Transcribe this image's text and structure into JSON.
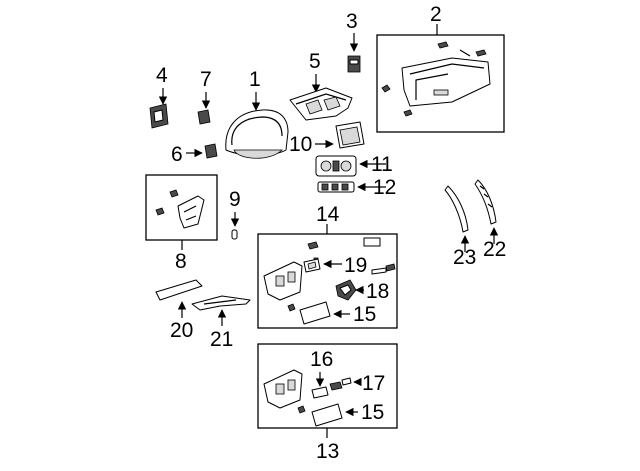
{
  "callouts": {
    "n1": "1",
    "n2": "2",
    "n3": "3",
    "n4": "4",
    "n5": "5",
    "n6": "6",
    "n7": "7",
    "n8": "8",
    "n9": "9",
    "n10": "10",
    "n11": "11",
    "n12": "12",
    "n13": "13",
    "n14": "14",
    "n15a": "15",
    "n15b": "15",
    "n16": "16",
    "n17": "17",
    "n18": "18",
    "n19": "19",
    "n20": "20",
    "n21": "21",
    "n22": "22",
    "n23": "23"
  }
}
